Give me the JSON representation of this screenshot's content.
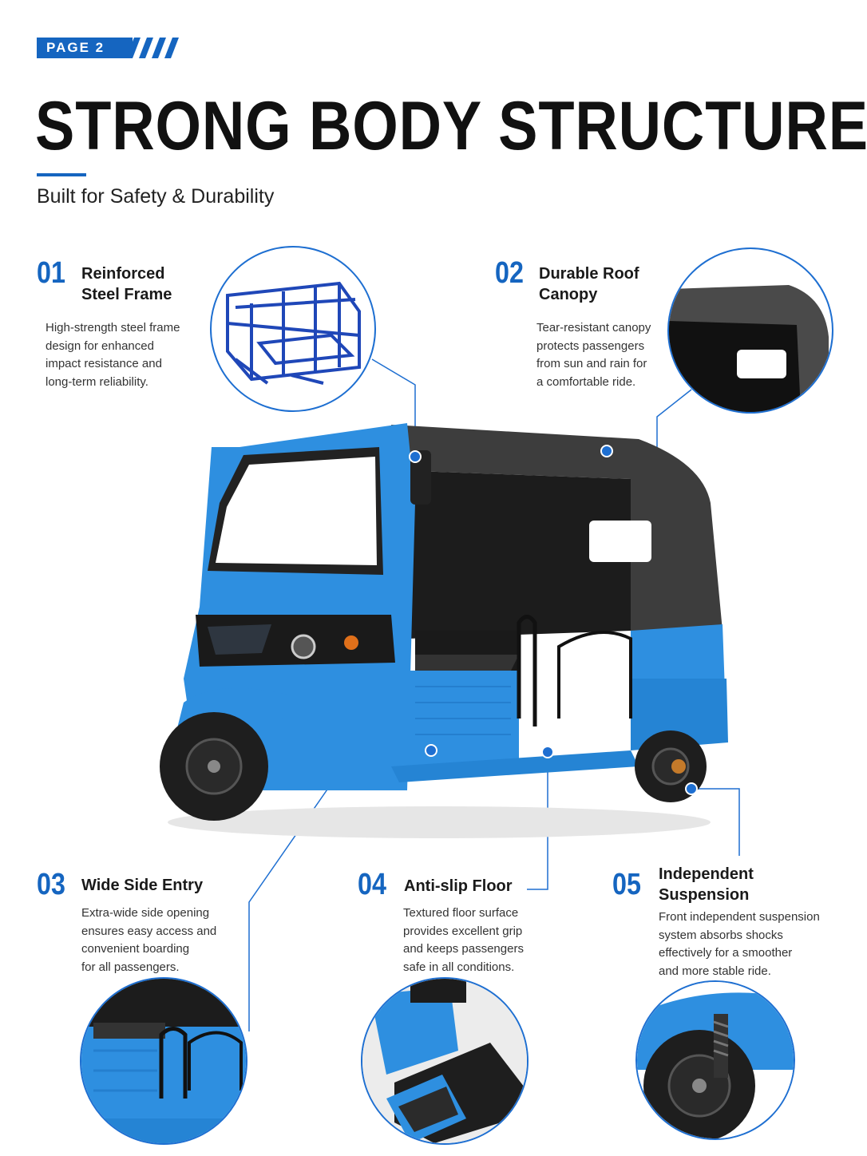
{
  "header": {
    "page_label": "PAGE 2",
    "title": "STRONG BODY STRUCTURE",
    "subtitle": "Built for Safety & Durability"
  },
  "features": [
    {
      "number": "01",
      "title_line1": "Reinforced",
      "title_line2": "Steel Frame",
      "description": [
        "High-strength steel frame",
        "design for enhanced",
        "impact resistance and",
        "long-term reliability."
      ]
    },
    {
      "number": "02",
      "title_line1": "Durable Roof",
      "title_line2": "Canopy",
      "description": [
        "Tear-resistant canopy",
        "protects passengers",
        "from sun and rain for",
        "a comfortable ride."
      ]
    },
    {
      "number": "03",
      "title_line1": "Wide Side Entry",
      "description": [
        "Extra-wide side opening",
        "ensures easy access and",
        "convenient boarding",
        "for all passengers."
      ]
    },
    {
      "number": "04",
      "title_line1": "Anti-slip Floor",
      "description": [
        "Textured floor surface",
        "provides excellent grip",
        "and keeps passengers",
        "safe in all conditions."
      ]
    },
    {
      "number": "05",
      "title_line1": "Independent",
      "title_line2": "Suspension",
      "description": [
        "Front independent suspension",
        "system absorbs shocks",
        "effectively for a smoother",
        "and more stable ride."
      ]
    }
  ],
  "colors": {
    "accent": "#1565c0",
    "vehicle_body": "#2e8fe0",
    "canopy": "#3a3a3a"
  }
}
